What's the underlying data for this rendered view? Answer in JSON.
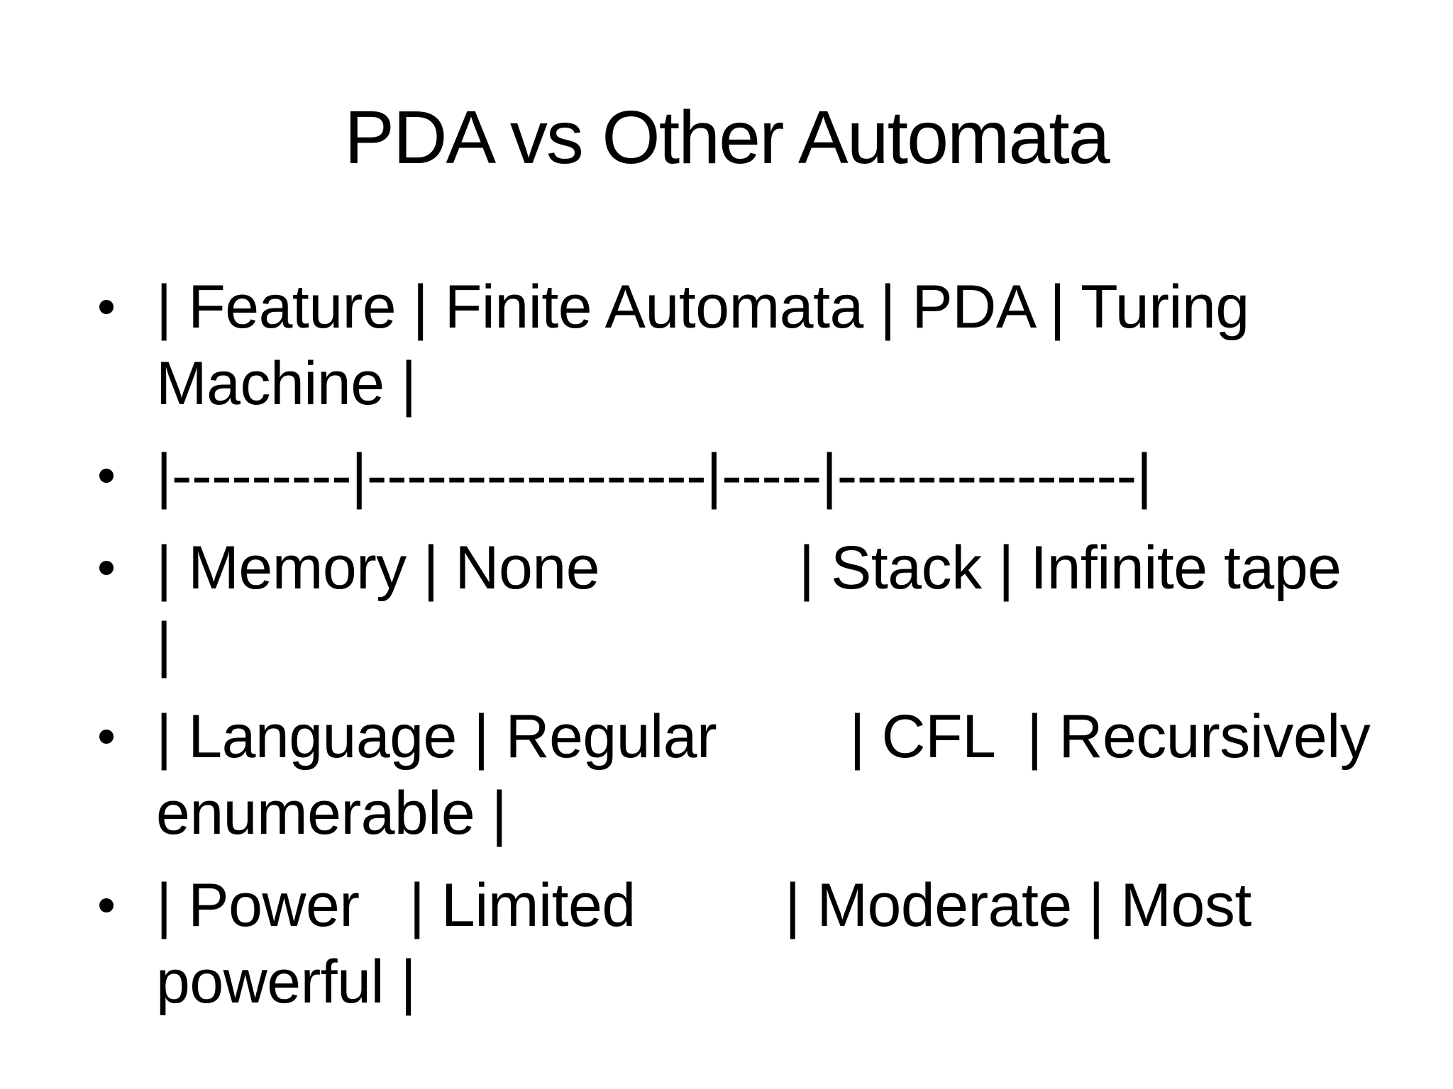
{
  "slide": {
    "title": "PDA vs Other Automata",
    "colors": {
      "background": "#ffffff",
      "text": "#000000"
    },
    "bullets": [
      {
        "lines": [
          "| Feature | Finite Automata | PDA | Turing",
          "Machine |"
        ]
      },
      {
        "lines": [
          "|---------|-----------------|-----|---------------|"
        ]
      },
      {
        "lines": [
          "| Memory | None            | Stack | Infinite tape",
          "|"
        ]
      },
      {
        "lines": [
          "| Language | Regular        | CFL  | Recursively",
          "enumerable |"
        ]
      },
      {
        "lines": [
          "| Power   | Limited         | Moderate | Most",
          "powerful |"
        ]
      }
    ]
  }
}
